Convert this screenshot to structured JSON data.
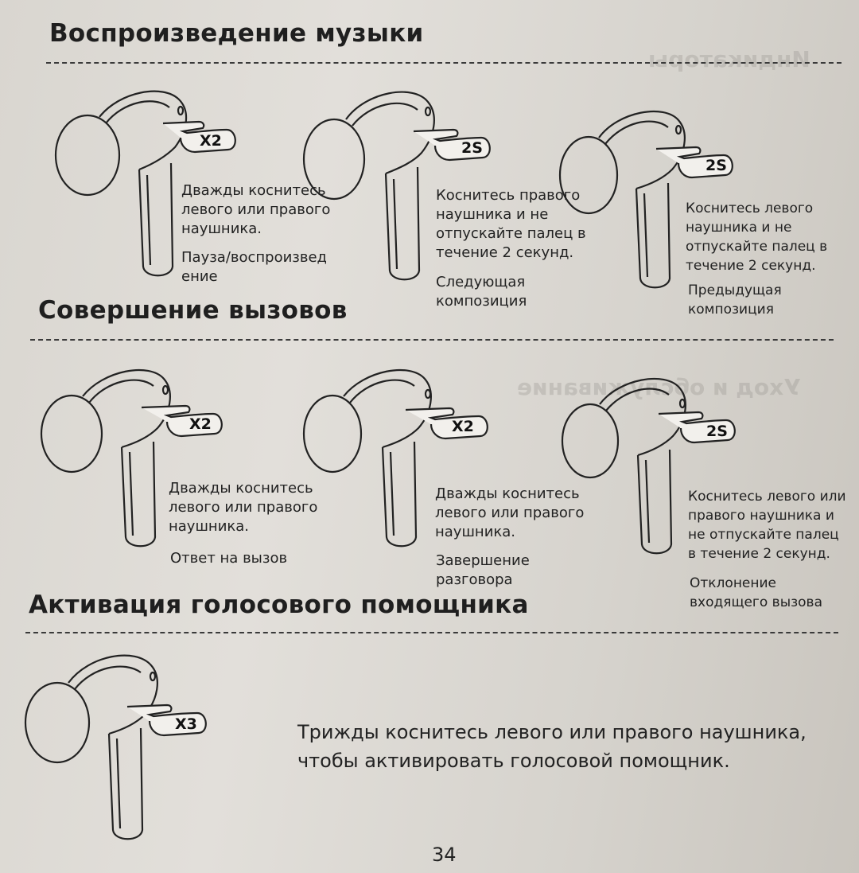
{
  "sections": {
    "music": {
      "title": "Воспроизведение музыки",
      "items": [
        {
          "badge": "X2",
          "caption": "Дважды коснитесь\nлевого или правого\nнаушника.",
          "result": "Пауза/воспроизвед\nение"
        },
        {
          "badge": "2S",
          "caption": "Коснитесь правого\nнаушника и не\nотпускайте палец в\nтечение 2 секунд.",
          "result": "Следующая\nкомпозиция"
        },
        {
          "badge": "2S",
          "caption": "Коснитесь левого\nнаушника и не\nотпускайте палец в\nтечение 2 секунд.",
          "result": "Предыдущая\nкомпозиция"
        }
      ]
    },
    "calls": {
      "title": "Совершение вызовов",
      "items": [
        {
          "badge": "X2",
          "caption": "Дважды коснитесь\nлевого или правого\nнаушника.",
          "result": "Ответ на вызов"
        },
        {
          "badge": "X2",
          "caption": "Дважды коснитесь\nлевого или правого\nнаушника.",
          "result": "Завершение\nразговора"
        },
        {
          "badge": "2S",
          "caption": "Коснитесь левого или\nправого наушника и\nне отпускайте палец\nв течение 2 секунд.",
          "result": "Отклонение\nвходящего вызова"
        }
      ]
    },
    "voice": {
      "title": "Активация голосового помощника",
      "badge": "X3",
      "caption": "Трижды коснитесь левого или правого наушника,\nчтобы активировать голосовой помощник."
    }
  },
  "page_number": "34"
}
